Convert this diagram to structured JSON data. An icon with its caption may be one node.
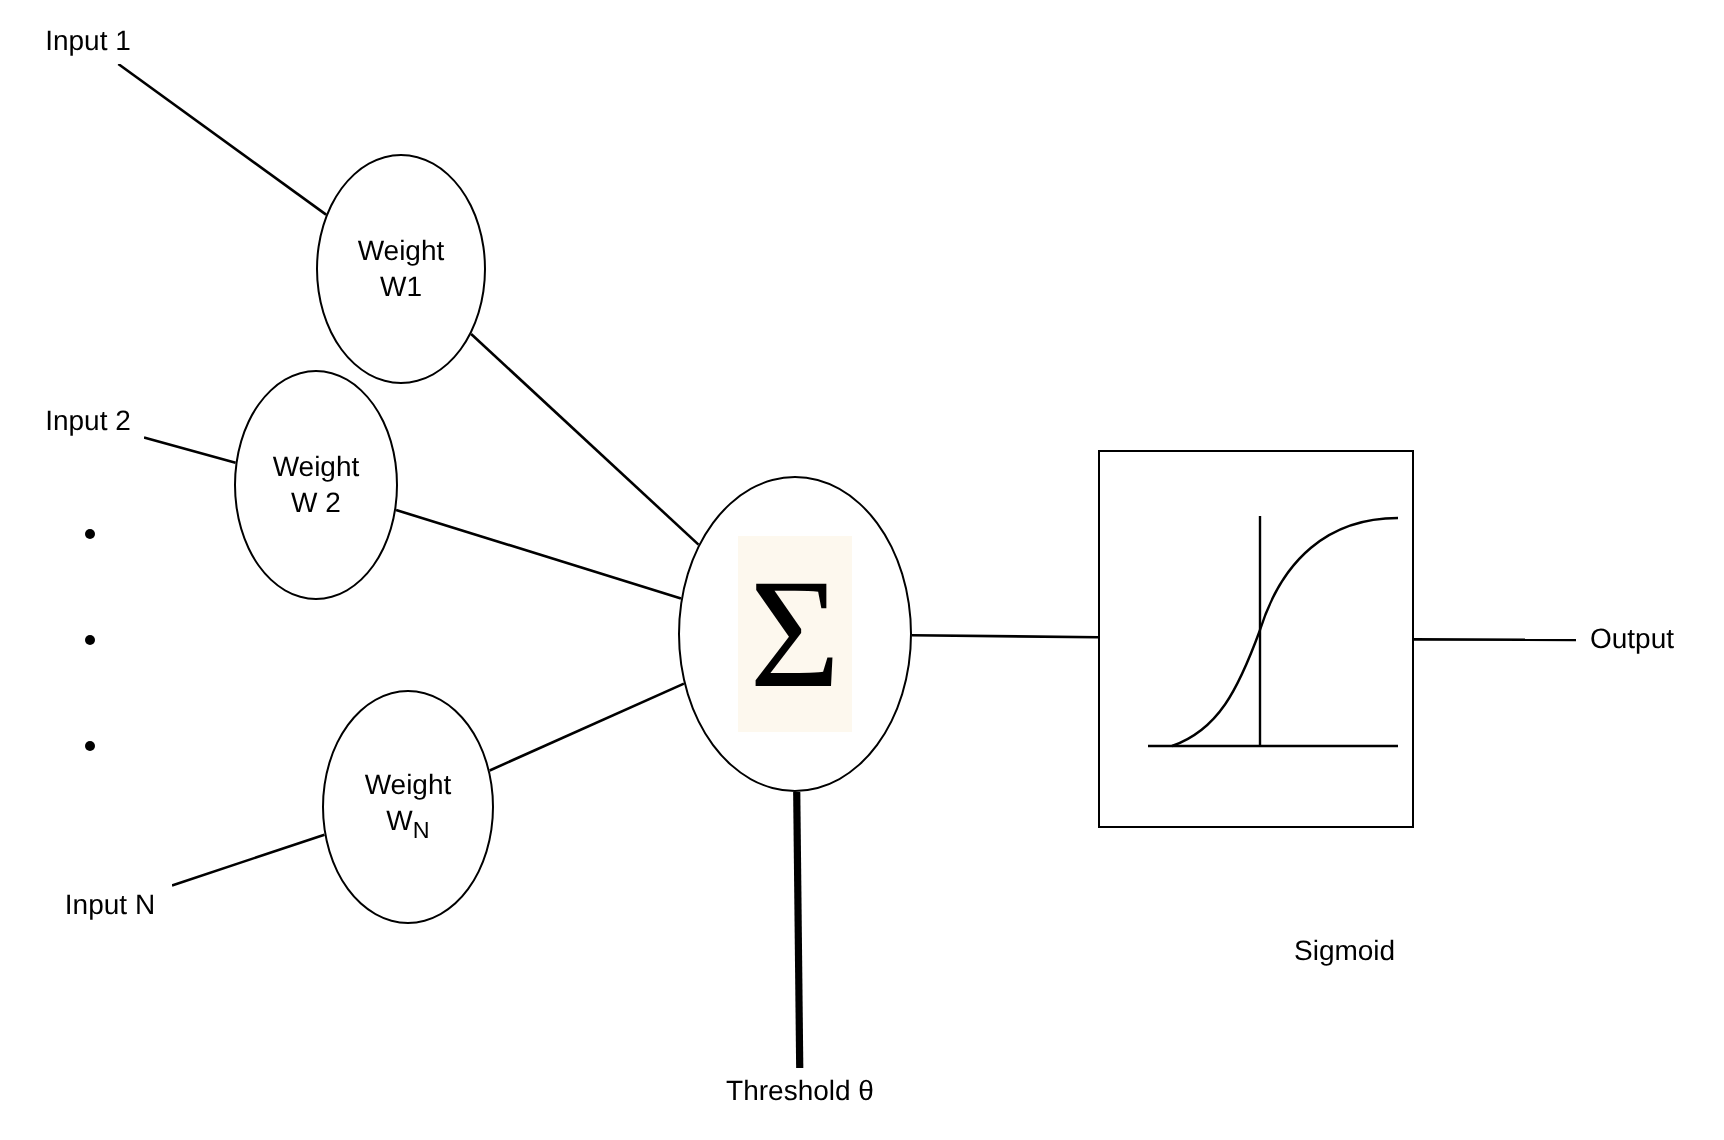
{
  "diagram": {
    "nodes": [
      {
        "text": [
          "Input 1"
        ]
      },
      {
        "text": [
          "Input 2"
        ]
      },
      {
        "text": [
          "Input N"
        ]
      },
      {
        "text": [
          "Weight",
          "W1"
        ]
      },
      {
        "text": [
          "Weight",
          "W 2"
        ]
      },
      {
        "text": [
          "Weight",
          "W$_{N}$"
        ]
      },
      {
        "text": [
          "Σ"
        ]
      },
      {
        "text": [],
        "shape": "box",
        "beside": [
          "Sigmoid"
        ]
      },
      {
        "text": [
          "Output"
        ]
      },
      {
        "text": [
          "Threshold θ"
        ]
      }
    ],
    "edges": [
      {
        "from": 0,
        "to": 3,
        "arrow": "none"
      },
      {
        "from": 1,
        "to": 4,
        "arrow": "none"
      },
      {
        "from": 2,
        "to": 5,
        "arrow": "none"
      },
      {
        "from": 3,
        "to": 6,
        "arrow": "none"
      },
      {
        "from": 4,
        "to": 6,
        "arrow": "none"
      },
      {
        "from": 5,
        "to": 6,
        "arrow": "none"
      },
      {
        "from": 9,
        "to": 6,
        "arrow": "none",
        "style": "thick"
      },
      {
        "from": 6,
        "to": 7,
        "arrow": "none"
      },
      {
        "from": 7,
        "to": 8,
        "arrow": "none"
      }
    ]
  }
}
